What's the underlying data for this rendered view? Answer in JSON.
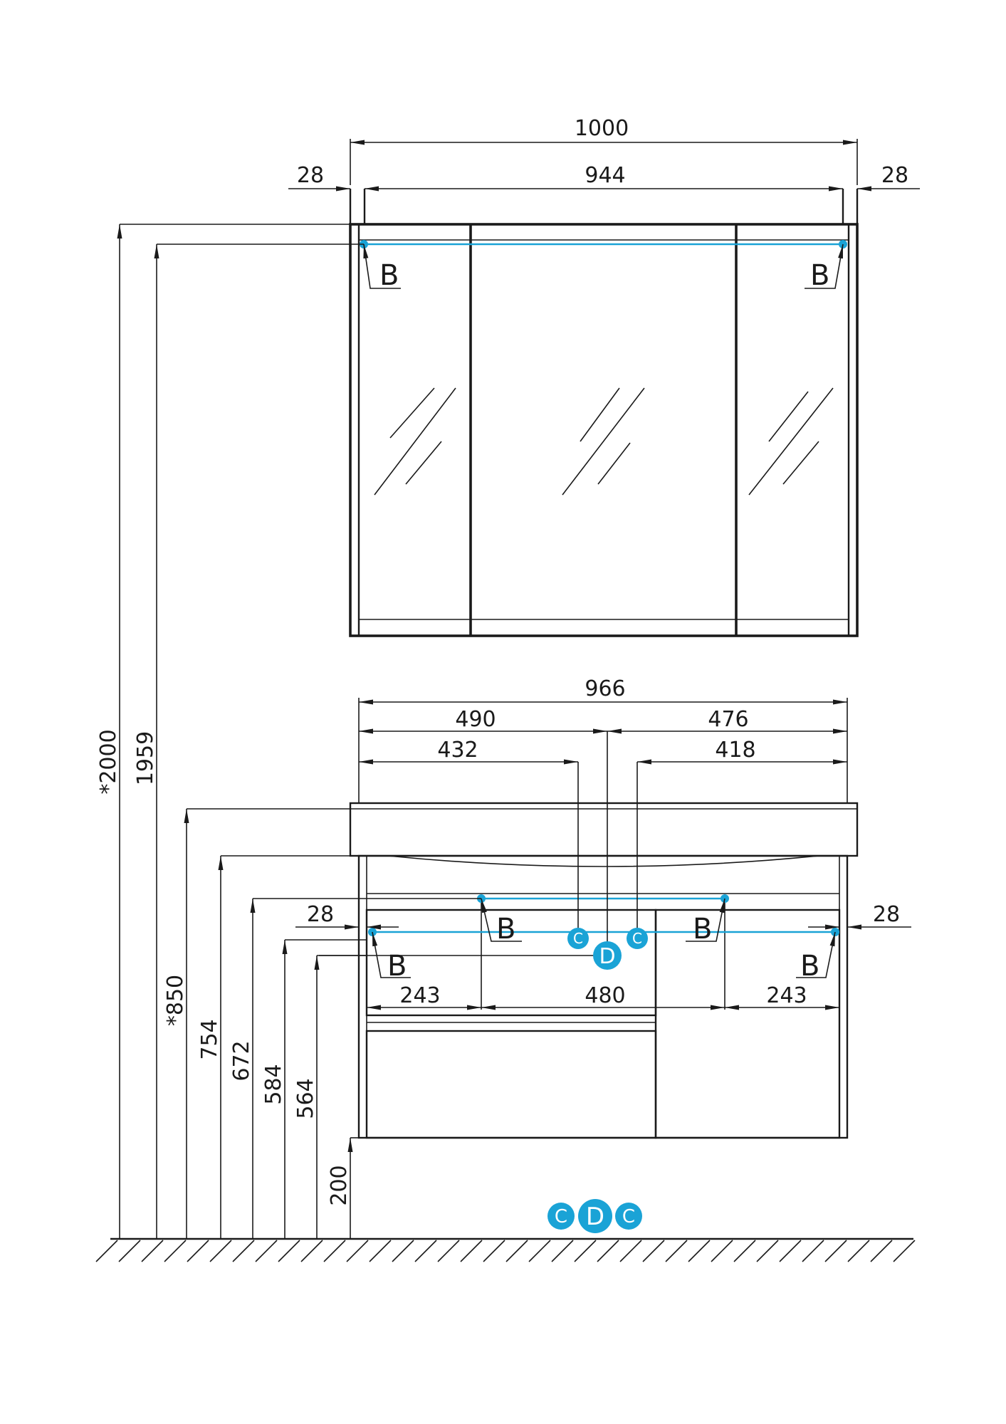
{
  "colors": {
    "line": "#1a1a1a",
    "accent": "#1aa3d6",
    "background": "#ffffff"
  },
  "dims": {
    "total_width_top": "1000",
    "inner_width_top": "944",
    "side_left_top": "28",
    "side_right_top": "28",
    "vanity_width": "966",
    "left_part": "490",
    "right_part": "476",
    "left_to_c": "432",
    "right_to_c": "418",
    "side_left_vanity": "28",
    "side_right_vanity": "28",
    "bottom_left": "243",
    "bottom_mid": "480",
    "bottom_right": "243",
    "h_total": "*2000",
    "h_cabinet": "1959",
    "h_basin": "*850",
    "h_754": "754",
    "h_672": "672",
    "h_584": "584",
    "h_564": "564",
    "h_200": "200"
  },
  "labels": {
    "b": "B",
    "c": "C",
    "d": "D"
  },
  "legend": [
    "C",
    "D",
    "C"
  ]
}
